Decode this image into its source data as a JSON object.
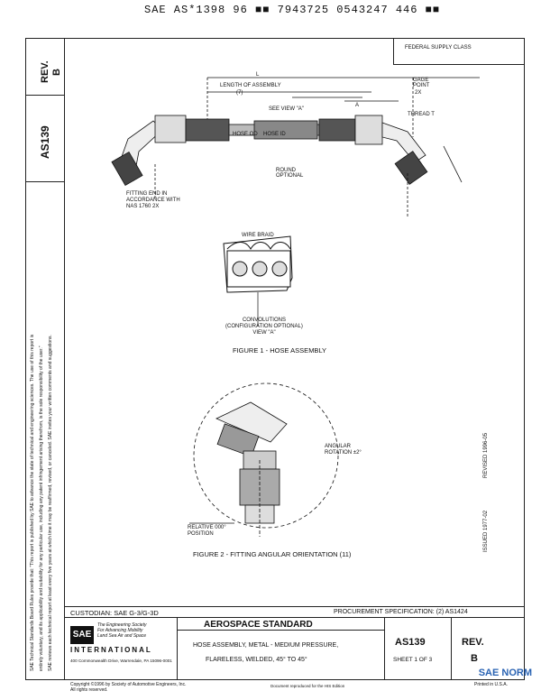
{
  "header_code": "SAE AS*1398 96 ■■ 7943725 0543247 446 ■■",
  "side": {
    "rev_label": "REV.",
    "rev_value": "B",
    "doc_number": "AS139",
    "issued": "ISSUED 1977-02",
    "revised": "REVISED 1996-05",
    "disclaimer_1": "SAE Technical Standards Board Rules provide that: \"This report is published by SAE to advance the state of technical and engineering sciences. The use of this report is",
    "disclaimer_2": "entirely voluntary, and its applicability and suitability for any particular use, including any patent infringement arising therefrom, is the sole responsibility of the user.\"",
    "disclaimer_3": "SAE reviews each technical report at least every five years at which time it may be reaffirmed, revised, or canceled. SAE invites your written comments and suggestions."
  },
  "federal_supply_class": "FEDERAL SUPPLY CLASS",
  "figure1": {
    "length_label": "LENGTH OF ASSEMBLY",
    "length_note": "(7)",
    "l_label": "L",
    "gage_point": "GAGE\nPOINT",
    "twox": "2X",
    "see_view": "SEE VIEW \"A\"",
    "a_label": "A",
    "thread_label": "THREAD T",
    "hose_od": "HOSE OD",
    "hose_id": "HOSE ID",
    "round_optional": "ROUND\nOPTIONAL",
    "fitting_end": "FITTING END IN\nACCORDANCE WITH\nNAS 1760 2X",
    "wire_braid": "WIRE BRAID",
    "convolutions": "CONVOLUTIONS\n(CONFIGURATION OPTIONAL)\nVIEW \"A\"",
    "caption": "FIGURE 1 - HOSE ASSEMBLY"
  },
  "figure2": {
    "angular_rotation": "ANGULAR\nROTATION ±2°",
    "relative_pos": "RELATIVE 000°\nPOSITION",
    "caption": "FIGURE 2 - FITTING ANGULAR ORIENTATION (11)"
  },
  "bottom": {
    "custodian": "CUSTODIAN:  SAE G-3/G-3D",
    "procurement": "PROCUREMENT SPECIFICATION:  (2)  AS1424",
    "title": "AEROSPACE STANDARD",
    "desc_1": "HOSE ASSEMBLY, METAL - MEDIUM PRESSURE,",
    "desc_2": "FLARELESS, WELDED, 45° TO 45°",
    "doc_number": "AS139",
    "sheet": "SHEET 1 OF 3",
    "rev_label": "REV.",
    "rev_value": "B",
    "sae": "SAE",
    "tagline": "The Engineering Society\nFor Advancing Mobility\nLand Sea Air and Space",
    "international": "INTERNATIONAL",
    "address": "400 Commonwealth Drive, Warrendale, PA 15096-0001",
    "copyright": "Copyright ©1996 by Society of Automotive Engineers, Inc.\nAll rights reserved.",
    "printed": "Printed in U.S.A.",
    "reproduced": "Document reproduced for the HIS Edition",
    "norm_logo": "SAE NORM"
  }
}
